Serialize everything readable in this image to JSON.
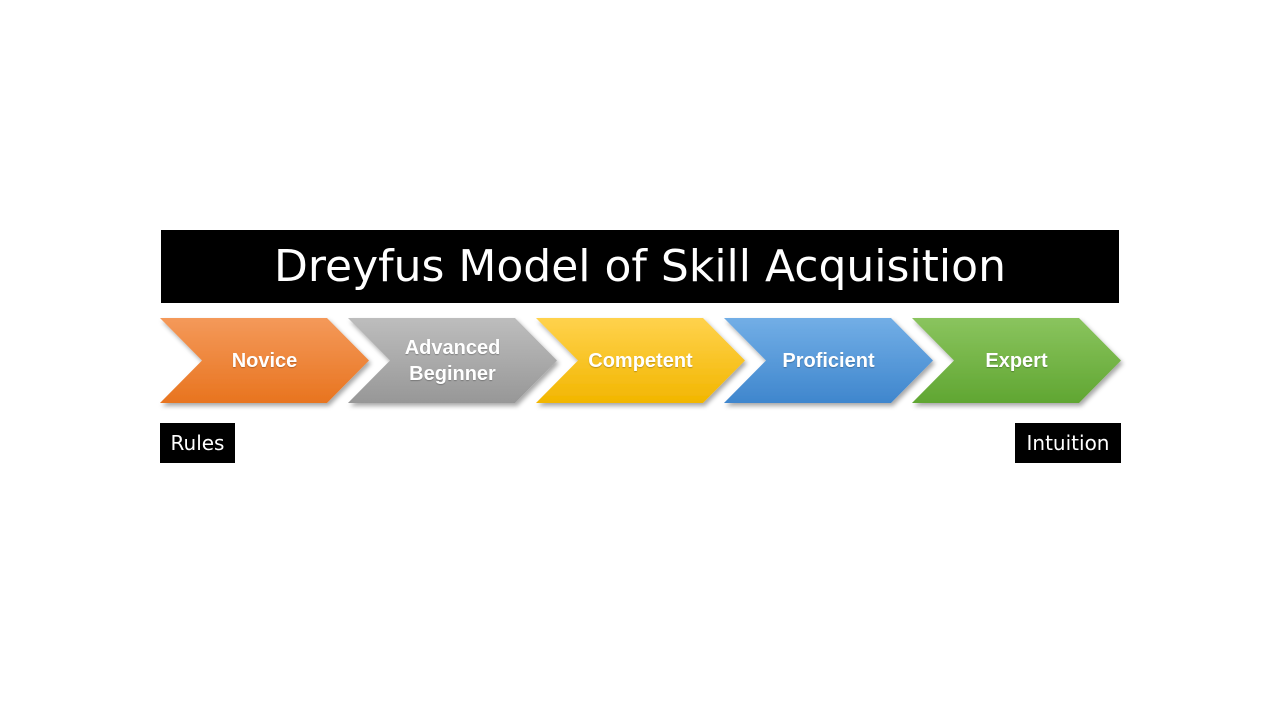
{
  "title": "Dreyfus Model of Skill Acquisition",
  "stages": [
    {
      "label": "Novice",
      "color_top": "#f4995a",
      "color_bottom": "#e8741f"
    },
    {
      "label": "Advanced Beginner",
      "color_top": "#bdbdbd",
      "color_bottom": "#979797"
    },
    {
      "label": "Competent",
      "color_top": "#ffd24d",
      "color_bottom": "#f2b600"
    },
    {
      "label": "Proficient",
      "color_top": "#72aee6",
      "color_bottom": "#3f86cd"
    },
    {
      "label": "Expert",
      "color_top": "#8ac45e",
      "color_bottom": "#60a632"
    }
  ],
  "scale": {
    "start_label": "Rules",
    "end_label": "Intuition"
  }
}
